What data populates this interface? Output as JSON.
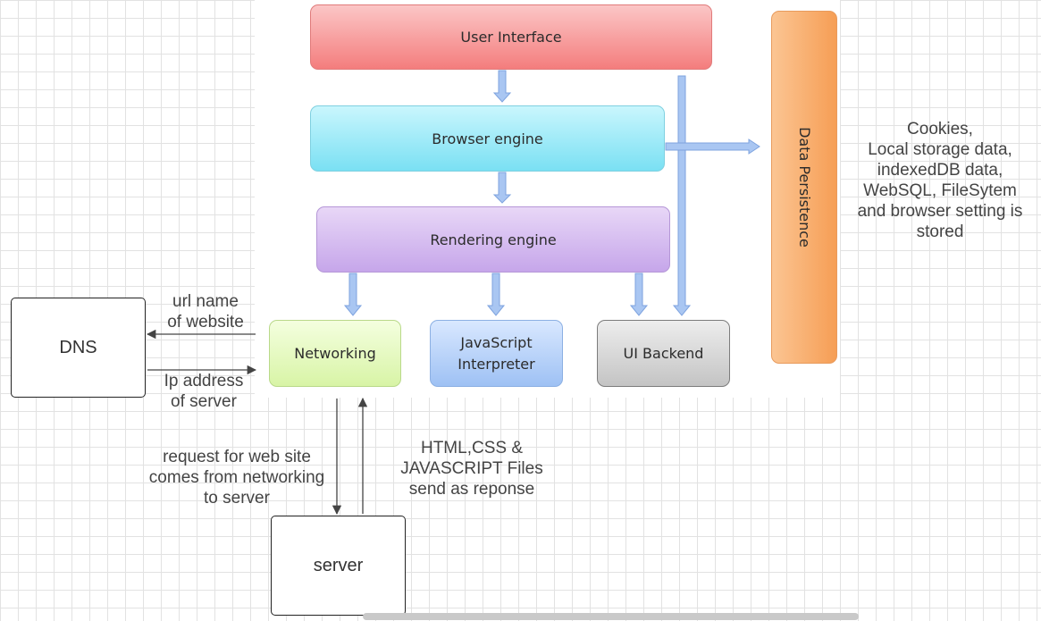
{
  "blocks": {
    "user_interface": "User  Interface",
    "browser_engine": "Browser engine",
    "rendering_engine": "Rendering engine",
    "networking": "Networking",
    "js_interpreter_line1": "JavaScript",
    "js_interpreter_line2": "Interpreter",
    "ui_backend": "UI Backend",
    "data_persistence": "Data Persistence"
  },
  "boxes": {
    "dns": "DNS",
    "server": "server"
  },
  "notes": {
    "storage": [
      "Cookies,",
      "Local storage data,",
      "indexedDB data,",
      "WebSQL, FileSytem",
      "and browser setting is",
      "stored"
    ],
    "url_name": [
      "url name",
      "of website"
    ],
    "ip_address": [
      "Ip address",
      "of server"
    ],
    "request": [
      "request for web site",
      "comes from networking",
      "to server"
    ],
    "response": [
      "HTML,CSS &",
      "JAVASCRIPT Files",
      "send as reponse"
    ]
  },
  "colors": {
    "block_arrow": "#a9c6f2",
    "block_arrow_stroke": "#7ea3df",
    "connector": "#444444"
  }
}
